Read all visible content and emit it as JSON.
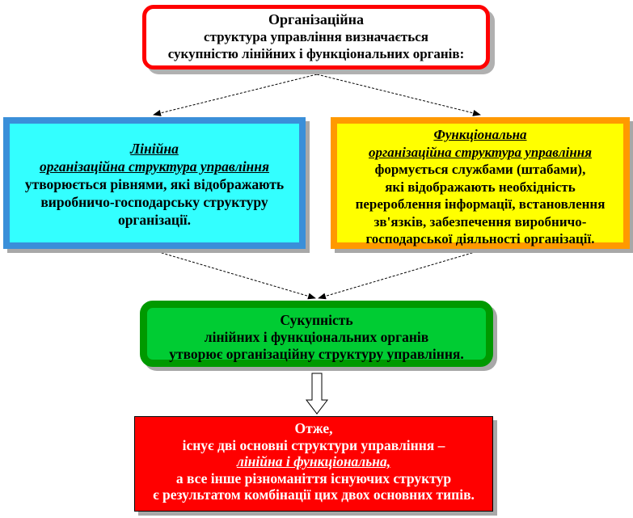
{
  "top_box": {
    "lines": [
      "Організаційна",
      "структура управління визначається",
      "сукупністю лінійних і функціональних органів:"
    ],
    "border_color": "#ff0000",
    "fill_color": "#ffffff"
  },
  "left_box": {
    "title_lines": [
      "Лінійна",
      "організаційна структура управління"
    ],
    "body_lines": [
      "утворюється рівнями, які відображають",
      "виробничо-господарську структуру",
      "організації."
    ],
    "fill_color": "#33ffff",
    "border_color": "#3a8fd9"
  },
  "right_box": {
    "title_lines": [
      "Функціональна",
      "організаційна структура управління"
    ],
    "body_lines": [
      "формується службами (штабами),",
      "які відображають необхідність",
      "перероблення інформації, встановлення",
      "зв'язків, забезпечення виробничо-",
      "господарської діяльності організації."
    ],
    "fill_color": "#ffff00",
    "border_color": "#ff9900"
  },
  "middle_box": {
    "lines": [
      "Сукупність",
      "лінійних і функціональних органів",
      "утворює організаційну структуру управління."
    ],
    "fill_color": "#00cc33",
    "border_color": "#009900"
  },
  "bottom_box": {
    "line1": "Отже,",
    "line2": "існує дві основні структури управління –",
    "line3": "лінійна і функціональна,",
    "line4": "а все інше різноманіття існуючих структур",
    "line5": "є результатом комбінації цих двох основних типів.",
    "fill_color": "#ff0000",
    "text_color": "#ffffff"
  }
}
